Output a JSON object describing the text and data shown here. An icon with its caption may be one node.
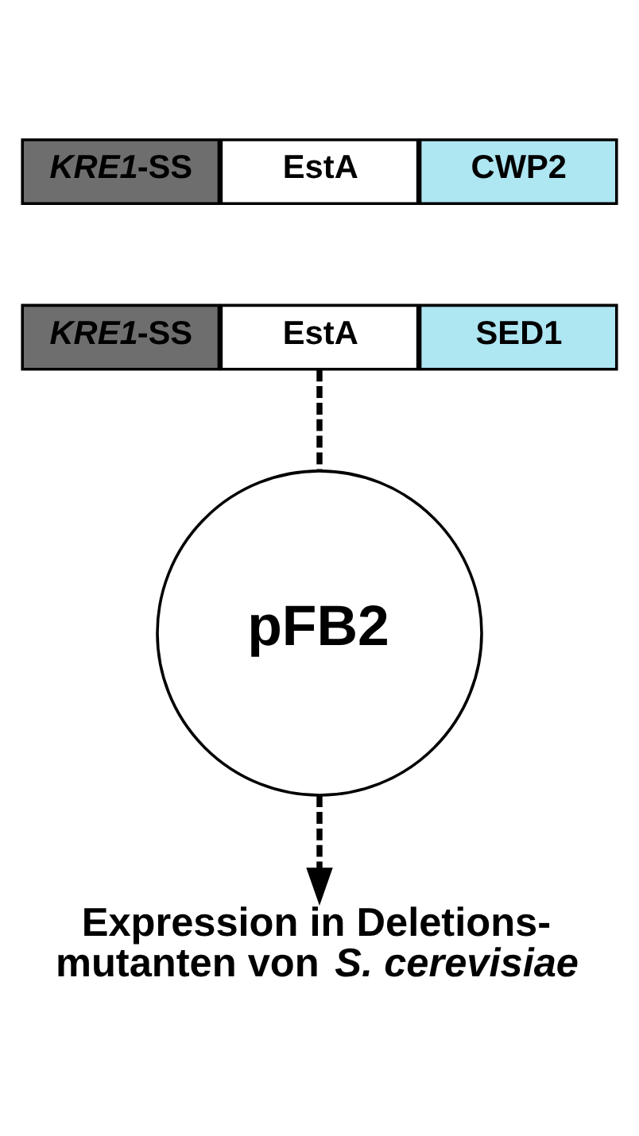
{
  "diagram": {
    "nodes": [
      {
        "text": [
          "*KRE1*-SS"
        ]
      },
      {
        "text": [
          "EstA"
        ]
      },
      {
        "text": [
          "CWP2"
        ]
      },
      {
        "text": [
          "*KRE1*-SS"
        ]
      },
      {
        "text": [
          "EstA"
        ]
      },
      {
        "text": [
          "SED1"
        ]
      },
      {
        "text": [
          "pFB2"
        ]
      },
      {
        "text": [
          "Expression in Deletions- mutanten von *S. cerevisiae*"
        ]
      }
    ],
    "edges": [
      {
        "from": 4,
        "to": 6,
        "arrow": "none",
        "style": "dashed"
      },
      {
        "from": 6,
        "to": 7,
        "arrow": "to",
        "style": "dashed"
      }
    ]
  }
}
